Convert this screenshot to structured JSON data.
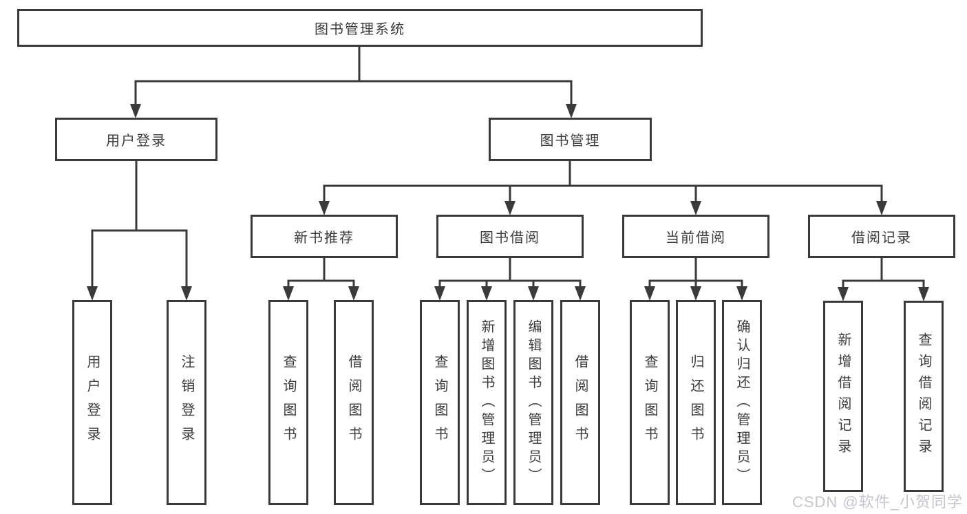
{
  "diagram": {
    "root": {
      "label": "图书管理系统"
    },
    "level2": {
      "user_login": "用户登录",
      "book_management": "图书管理"
    },
    "level3": {
      "new_book_recommend": "新书推荐",
      "book_borrowing": "图书借阅",
      "current_borrowing": "当前借阅",
      "borrowing_records": "借阅记录"
    },
    "leaves": {
      "user_login": [
        "用户登录",
        "注销登录"
      ],
      "new_book_recommend": [
        "查询图书",
        "借阅图书"
      ],
      "book_borrowing": [
        "查询图书",
        "新增图书（管理员）",
        "编辑图书（管理员）",
        "借阅图书"
      ],
      "current_borrowing": [
        "查询图书",
        "归还图书",
        "确认归还（管理员）"
      ],
      "borrowing_records": [
        "新增借阅记录",
        "查询借阅记录"
      ]
    }
  },
  "colors": {
    "line": "#3a3a3a",
    "text": "#3c3c3c",
    "watermark": "#c6c6cc",
    "background": "#ffffff"
  },
  "watermark": {
    "text": "CSDN @软件_小贺同学"
  }
}
